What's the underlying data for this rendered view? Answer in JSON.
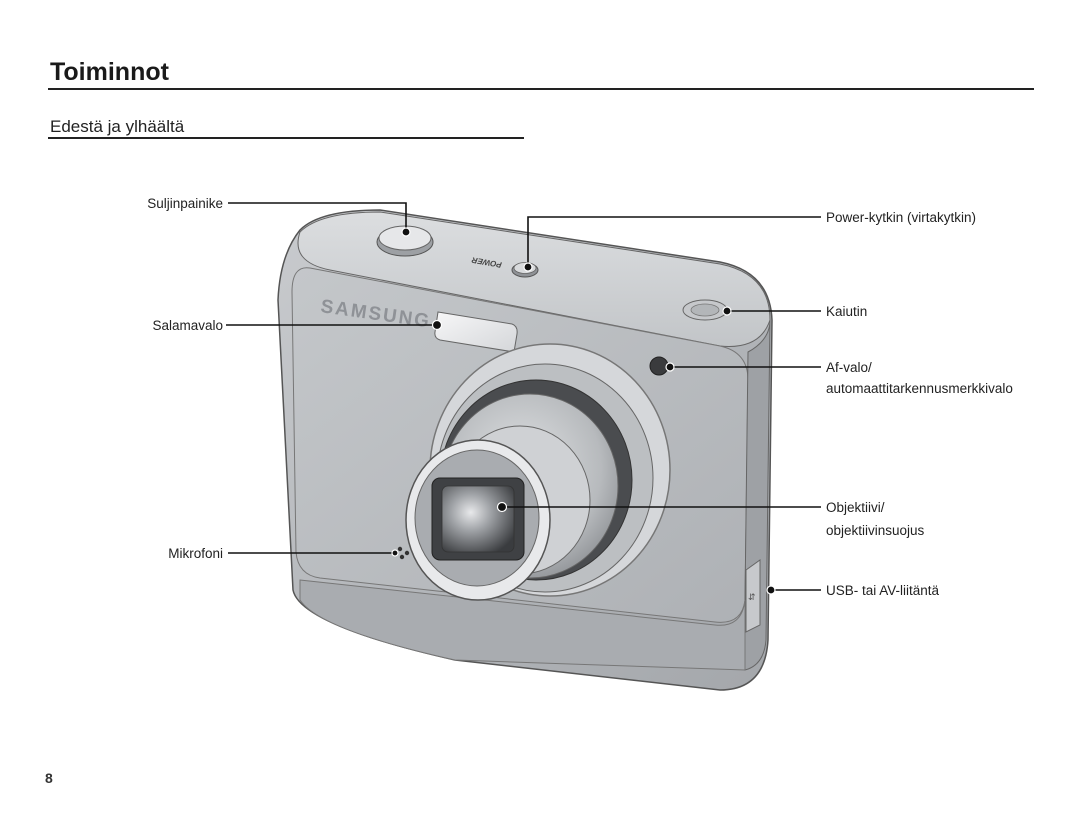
{
  "header": {
    "title": "Toiminnot"
  },
  "section": {
    "title": "Edestä ja ylhäältä"
  },
  "camera": {
    "brand": "SAMSUNG",
    "power_marking": "POWER"
  },
  "callouts": {
    "shutter": "Suljinpainike",
    "flash": "Salamavalo",
    "microphone": "Mikrofoni",
    "power_switch": "Power-kytkin (virtakytkin)",
    "speaker": "Kaiutin",
    "af_lamp_line1": "Af-valo/",
    "af_lamp_line2": "automaattitarkennusmerkkivalo",
    "lens_line1": "Objektiivi/",
    "lens_line2": "objektiivinsuojus",
    "usb_av": "USB- tai AV-liitäntä"
  },
  "footer": {
    "page_number": "8"
  }
}
